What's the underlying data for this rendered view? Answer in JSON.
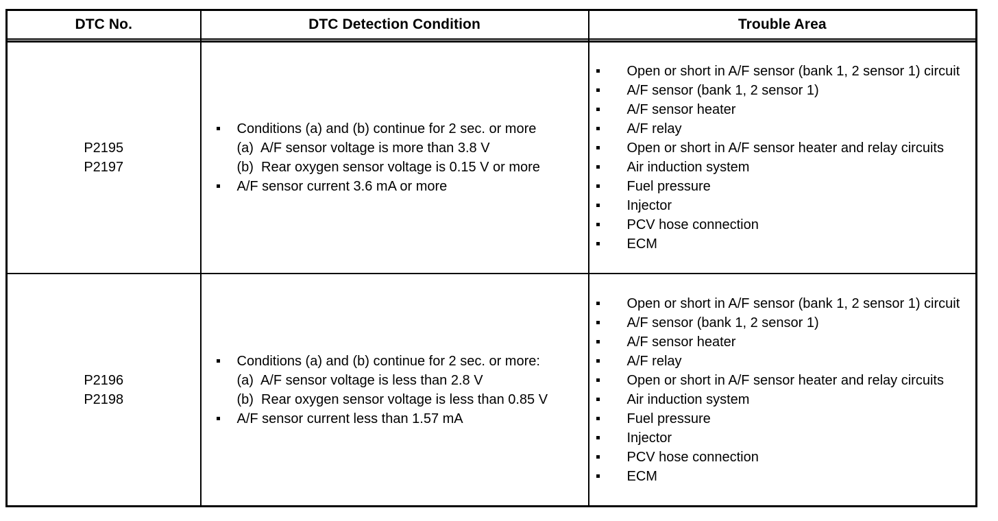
{
  "table": {
    "headers": [
      "DTC No.",
      "DTC Detection Condition",
      "Trouble Area"
    ],
    "rows": [
      {
        "dtc_no": "P2195\nP2197",
        "detection_condition": {
          "bullets": [
            {
              "text": "Conditions (a) and (b) continue for 2 sec. or more",
              "sub_lines": [
                "(a)  A/F sensor voltage is more than 3.8 V",
                "(b)  Rear oxygen sensor voltage is 0.15 V or more"
              ]
            },
            {
              "text": "A/F sensor current 3.6 mA or more",
              "sub_lines": []
            }
          ]
        },
        "trouble_area": [
          "Open or short in A/F sensor (bank 1, 2 sensor 1) circuit",
          "A/F sensor (bank 1, 2 sensor 1)",
          "A/F sensor heater",
          "A/F relay",
          "Open or short in A/F sensor heater and relay circuits",
          "Air induction system",
          "Fuel pressure",
          "Injector",
          "PCV hose connection",
          "ECM"
        ]
      },
      {
        "dtc_no": "P2196\nP2198",
        "detection_condition": {
          "bullets": [
            {
              "text": "Conditions (a) and (b) continue for 2 sec. or more:",
              "sub_lines": [
                "(a)  A/F sensor voltage is less than 2.8 V",
                "(b)  Rear oxygen sensor voltage is less than 0.85 V"
              ]
            },
            {
              "text": "A/F sensor current less than 1.57 mA",
              "sub_lines": []
            }
          ]
        },
        "trouble_area": [
          "Open or short in A/F sensor (bank 1, 2 sensor 1) circuit",
          "A/F sensor (bank 1, 2 sensor 1)",
          "A/F sensor heater",
          "A/F relay",
          "Open or short in A/F sensor heater and relay circuits",
          "Air induction system",
          "Fuel pressure",
          "Injector",
          "PCV hose connection",
          "ECM"
        ]
      }
    ]
  },
  "colors": {
    "border": "#000000",
    "text": "#000000",
    "background": "#ffffff"
  }
}
